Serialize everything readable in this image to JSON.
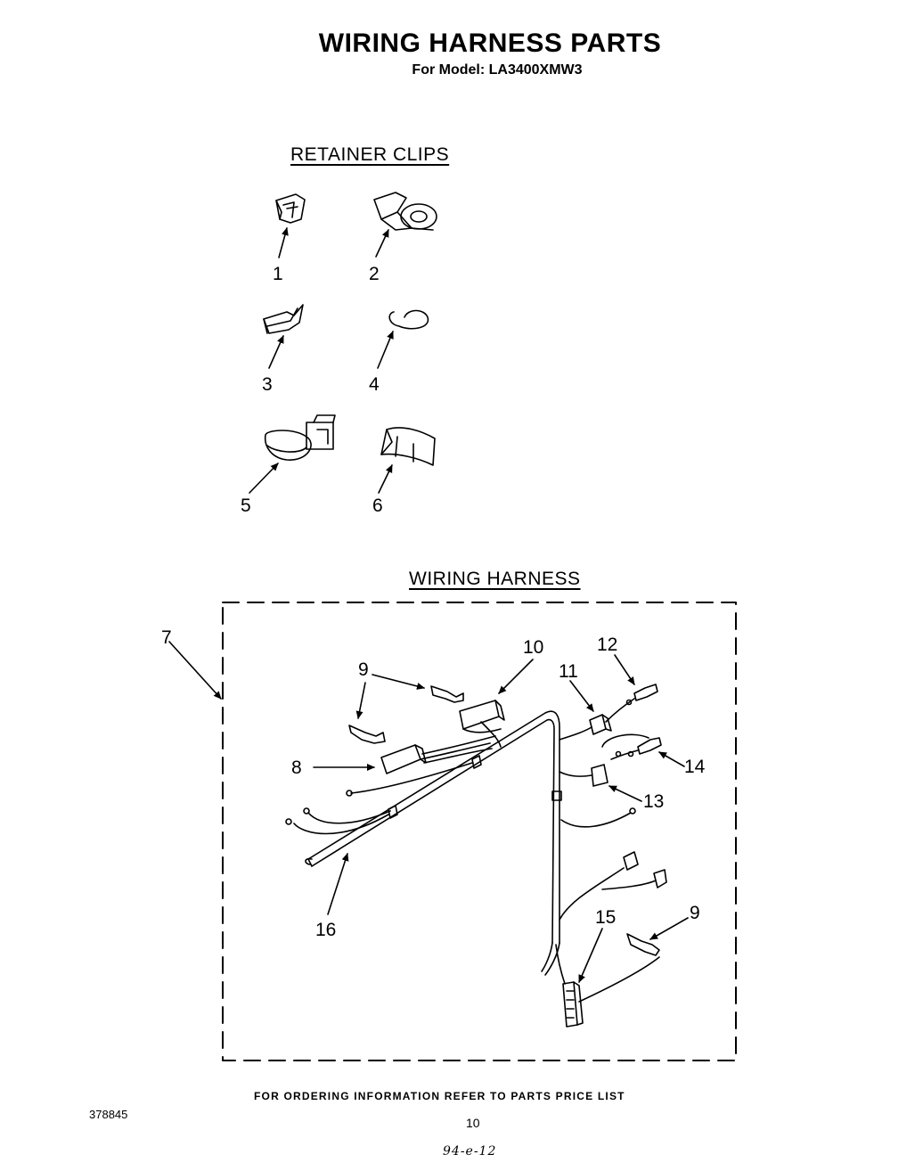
{
  "title": "WIRING HARNESS PARTS",
  "subtitle": "For Model: LA3400XMW3",
  "sections": {
    "retainer_clips": "RETAINER CLIPS",
    "wiring_harness": "WIRING HARNESS"
  },
  "labels": {
    "p1": "1",
    "p2": "2",
    "p3": "3",
    "p4": "4",
    "p5": "5",
    "p6": "6",
    "p7": "7",
    "p8": "8",
    "p9a": "9",
    "p9b": "9",
    "p10": "10",
    "p11": "11",
    "p12": "12",
    "p13": "13",
    "p14": "14",
    "p15": "15",
    "p16": "16"
  },
  "footer": {
    "ordering": "FOR ORDERING INFORMATION REFER TO PARTS PRICE LIST",
    "doc_number": "378845",
    "page": "10",
    "handwritten_note": "94-e-12"
  }
}
